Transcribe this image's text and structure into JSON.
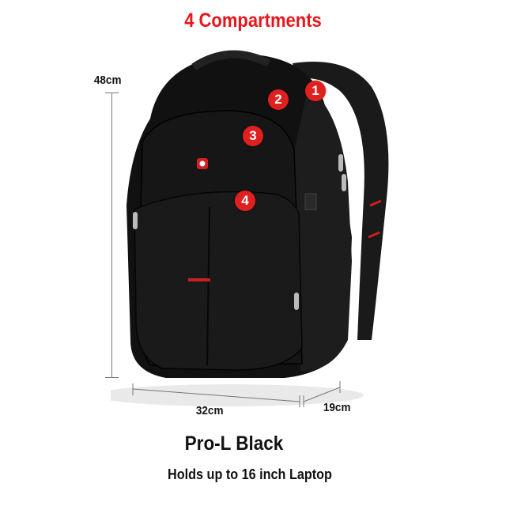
{
  "title": "4 Compartments",
  "dimensions": {
    "height": "48cm",
    "width": "32cm",
    "depth": "19cm"
  },
  "compartment_markers": [
    "1",
    "2",
    "3",
    "4"
  ],
  "product": {
    "model": "Pro-L Black",
    "capacity": "Holds up to 16 inch Laptop"
  },
  "colors": {
    "title": "#e8161b",
    "marker": "#e01f1f",
    "bag": "#151515",
    "accent": "#d42020"
  }
}
